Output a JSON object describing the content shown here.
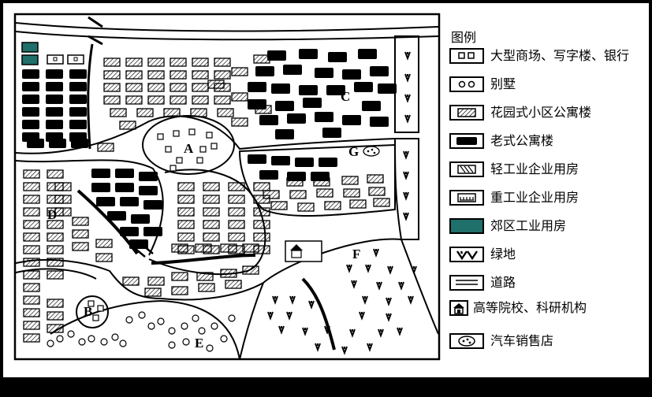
{
  "map": {
    "area_labels": {
      "A": "A",
      "B": "B",
      "C": "C",
      "D": "D",
      "E": "E",
      "F": "F",
      "G": "G"
    }
  },
  "legend": {
    "title": "图例",
    "items": [
      {
        "key": "commercial",
        "label": "大型商场、写字楼、银行"
      },
      {
        "key": "villa",
        "label": "别墅"
      },
      {
        "key": "garden_apartment",
        "label": "花园式小区公寓楼"
      },
      {
        "key": "old_apartment",
        "label": "老式公寓楼"
      },
      {
        "key": "light_industry",
        "label": "轻工业企业用房"
      },
      {
        "key": "heavy_industry",
        "label": "重工业企业用房"
      },
      {
        "key": "suburban_industry",
        "label": "郊区工业用房",
        "color": "#1f6f6a"
      },
      {
        "key": "green",
        "label": "绿地"
      },
      {
        "key": "road",
        "label": "道路"
      },
      {
        "key": "university",
        "label": "高等院校、科研机构"
      },
      {
        "key": "car_dealer",
        "label": "汽车销售店"
      }
    ]
  }
}
